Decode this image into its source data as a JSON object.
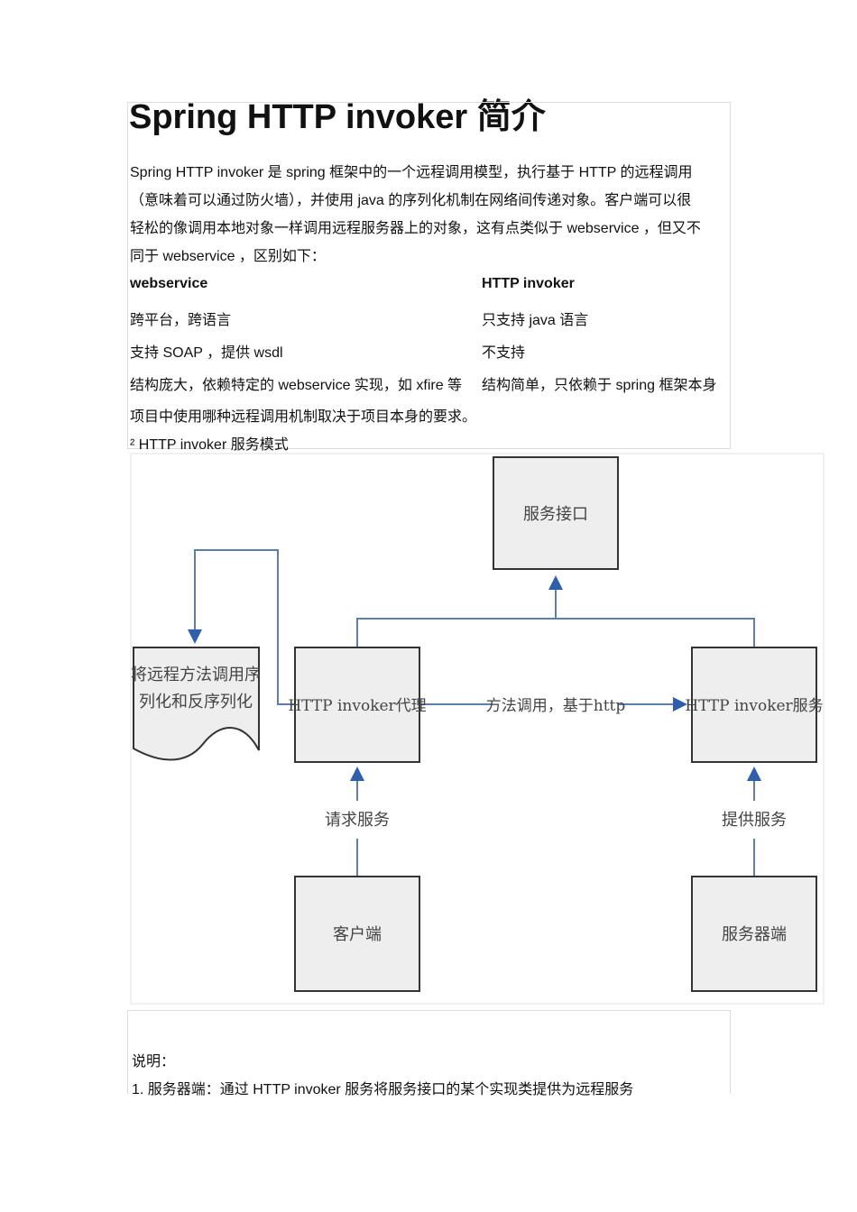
{
  "title": "Spring HTTP invoker 简介",
  "intro": [
    "Spring HTTP invoker 是 spring 框架中的一个远程调用模型，执行基于 HTTP 的远程调用",
    "（意味着可以通过防火墙），并使用 java 的序列化机制在网络间传递对象。客户端可以很",
    "轻松的像调用本地对象一样调用远程服务器上的对象，这有点类似于 webservice ，但又不",
    "同于 webservice ，区别如下："
  ],
  "comparison": {
    "headers": [
      "webservice",
      "HTTP invoker"
    ],
    "rows": [
      [
        "跨平台，跨语言",
        "只支持 java 语言"
      ],
      [
        "支持 SOAP ，提供 wsdl",
        "不支持"
      ],
      [
        "结构庞大，依赖特定的 webservice 实现，如 xfire 等",
        "结构简单，只依赖于 spring 框架本身"
      ]
    ]
  },
  "summary": "项目中使用哪种远程调用机制取决于项目本身的要求。",
  "section": "² HTTP invoker 服务模式",
  "diagram": {
    "service_interface": "服务接口",
    "serialize": [
      "将远程方法调用序",
      "列化和反序列化"
    ],
    "proxy": "HTTP invoker代理",
    "service": "HTTP invoker服务",
    "call": "方法调用，基于http",
    "request": "请求服务",
    "provide": "提供服务",
    "client": "客户端",
    "server": "服务器端",
    "arrow_color": "#2e5fa8",
    "line_color": "#5a7fa8"
  },
  "notes_title": "说明：",
  "notes": [
    "1. 服务器端：通过 HTTP invoker 服务将服务接口的某个实现类提供为远程服务"
  ]
}
